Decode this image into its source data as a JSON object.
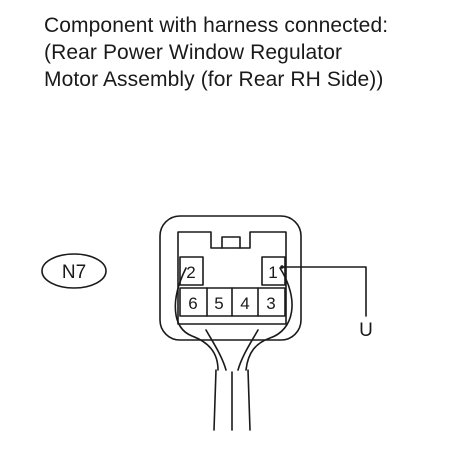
{
  "caption": {
    "line1": "Component with harness connected:",
    "line2": "(Rear Power Window Regulator",
    "line3": "Motor Assembly (for Rear RH Side))"
  },
  "connector": {
    "code": "N7",
    "pins_top": [
      "2",
      "1"
    ],
    "pins_bottom": [
      "6",
      "5",
      "4",
      "3"
    ]
  },
  "probe": {
    "label": "U"
  },
  "colors": {
    "line": "#1a1a1a",
    "background": "#ffffff"
  }
}
